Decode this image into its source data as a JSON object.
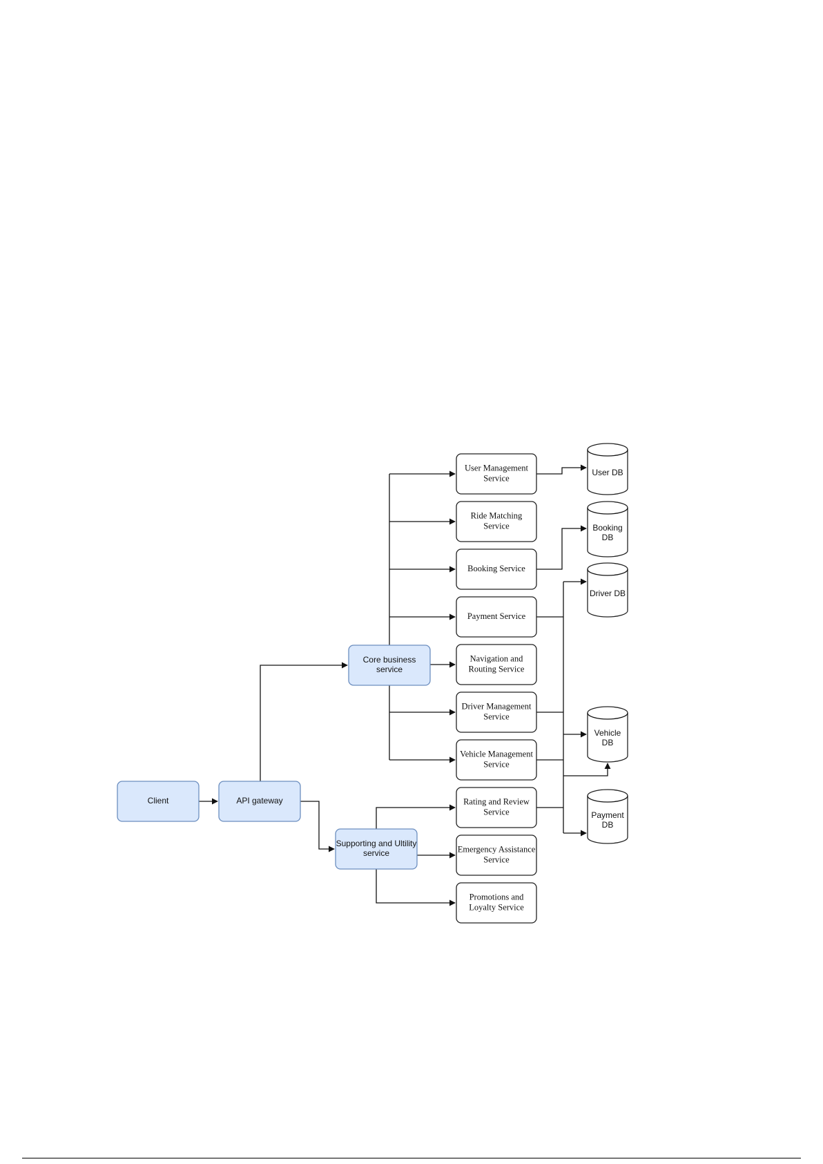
{
  "diagram": {
    "client": "Client",
    "gateway": "API gateway",
    "core": [
      "Core business",
      "service"
    ],
    "support": [
      "Supporting and Ultility",
      "service"
    ],
    "core_services": [
      [
        "User Management",
        "Service"
      ],
      [
        "Ride Matching",
        "Service"
      ],
      [
        "Booking Service"
      ],
      [
        "Payment Service"
      ],
      [
        "Navigation and",
        "Routing Service"
      ],
      [
        "Driver Management",
        "Service"
      ],
      [
        "Vehicle Management",
        "Service"
      ]
    ],
    "support_services": [
      [
        "Rating and Review",
        "Service"
      ],
      [
        "Emergency Assistance",
        "Service"
      ],
      [
        "Promotions and",
        "Loyalty Service"
      ]
    ],
    "databases": [
      [
        "User DB"
      ],
      [
        "Booking",
        "DB"
      ],
      [
        "Driver DB"
      ],
      [
        "Vehicle",
        "DB"
      ],
      [
        "Payment",
        "DB"
      ]
    ]
  },
  "colors": {
    "blue_fill": "#dae8fc",
    "blue_stroke": "#6c8ebf",
    "line": "#111111"
  }
}
